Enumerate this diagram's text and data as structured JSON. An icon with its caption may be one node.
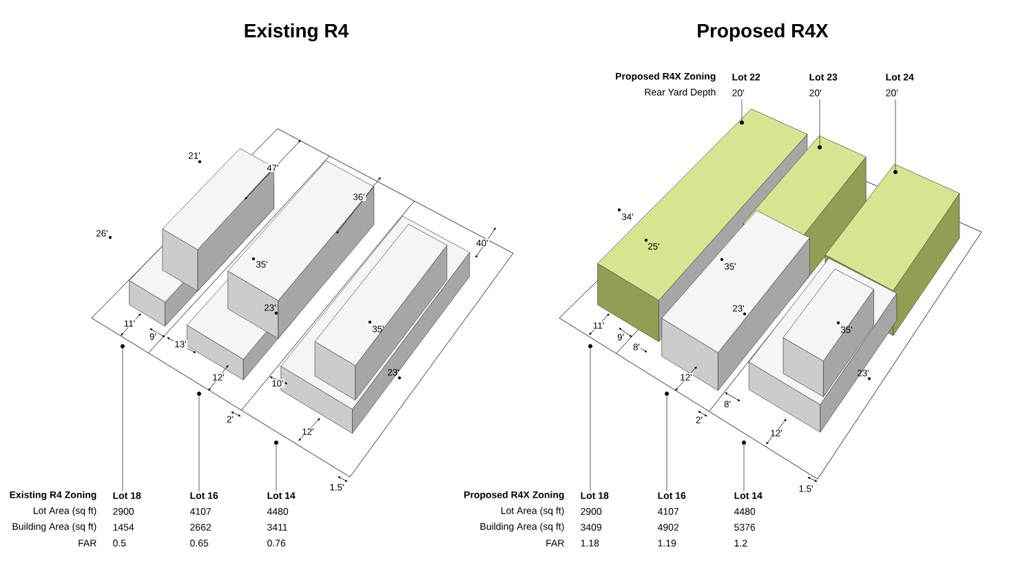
{
  "diagram": {
    "nodes": [
      {
        "text": [
          "Lot 18"
        ]
      },
      {
        "text": [
          "Lot 16"
        ]
      },
      {
        "text": [
          "Lot 14"
        ]
      },
      {
        "text": [],
        "shape": "circle"
      },
      {
        "text": [],
        "shape": "circle"
      },
      {
        "text": [],
        "shape": "circle"
      },
      {
        "text": [
          "Lot 18"
        ]
      },
      {
        "text": [
          "Lot 16"
        ]
      },
      {
        "text": [
          "Lot 14"
        ]
      },
      {
        "text": [],
        "shape": "circle"
      },
      {
        "text": [],
        "shape": "circle"
      },
      {
        "text": [],
        "shape": "circle"
      },
      {
        "text": [
          "Lot 22"
        ]
      },
      {
        "text": [
          "Lot 23"
        ]
      },
      {
        "text": [
          "Lot 24"
        ]
      },
      {
        "text": [],
        "shape": "circle"
      },
      {
        "text": [],
        "shape": "circle"
      },
      {
        "text": [],
        "shape": "circle"
      }
    ],
    "edges": [
      {
        "from": 0,
        "to": 3,
        "arrow": "none"
      },
      {
        "from": 1,
        "to": 4,
        "arrow": "none"
      },
      {
        "from": 2,
        "to": 5,
        "arrow": "none"
      },
      {
        "from": 6,
        "to": 9,
        "arrow": "none"
      },
      {
        "from": 7,
        "to": 10,
        "arrow": "none"
      },
      {
        "from": 8,
        "to": 11,
        "arrow": "none"
      },
      {
        "from": 12,
        "to": 15,
        "arrow": "none"
      },
      {
        "from": 13,
        "to": 16,
        "arrow": "none"
      },
      {
        "from": 14,
        "to": 17,
        "arrow": "none"
      }
    ],
    "labels": [
      "Existing R4",
      "Proposed R4X",
      "Proposed R4X Zoning",
      "Rear Yard Depth",
      "20'",
      "20'",
      "20'",
      "21'",
      "26'",
      "47'",
      "36'",
      "40'",
      "35'",
      "23'",
      "35'",
      "23'",
      "11'",
      "9'",
      "13'",
      "12'",
      "10'",
      "2'",
      "12'",
      "1.5'",
      "34'",
      "25'",
      "35'",
      "23'",
      "35'",
      "23'",
      "11'",
      "9'",
      "8'",
      "12'",
      "8'",
      "2'",
      "12'",
      "1.5'",
      "Existing R4 Zoning",
      "Lot Area (sq ft)",
      "2900",
      "4107",
      "4480",
      "Building Area (sq ft)",
      "1454",
      "2662",
      "3411",
      "FAR",
      "0.5",
      "0.65",
      "0.76",
      "Proposed R4X Zoning",
      "Lot Area (sq ft)",
      "2900",
      "4107",
      "4480",
      "Building Area (sq ft)",
      "3409",
      "4902",
      "5376",
      "FAR",
      "1.18",
      "1.19",
      "1.2"
    ]
  }
}
